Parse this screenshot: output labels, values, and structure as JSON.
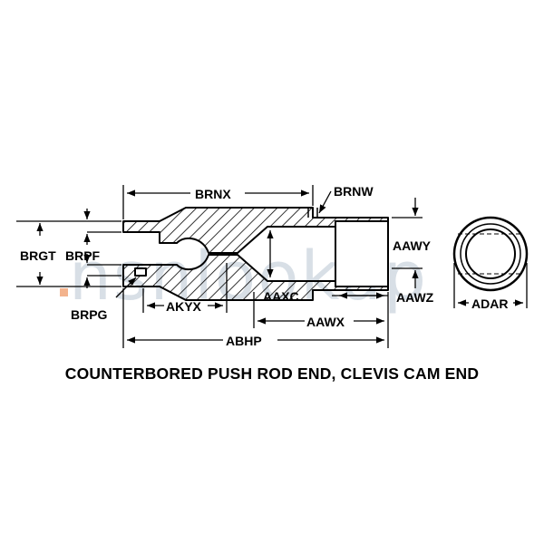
{
  "watermark": "nsnlookup",
  "caption": "COUNTERBORED PUSH ROD END, CLEVIS CAM END",
  "labels": {
    "brnx": "BRNX",
    "brnw": "BRNW",
    "brgt": "BRGT",
    "brpf": "BRPF",
    "brpg": "BRPG",
    "akyx": "AKYX",
    "aaxc": "AAXC",
    "aawx": "AAWX",
    "aawy": "AAWY",
    "aawz": "AAWZ",
    "adar": "ADAR",
    "abhp": "ABHP"
  },
  "colors": {
    "ink": "#000000",
    "watermark": "#b9c6d3",
    "watermark_dot": "#f0a070"
  }
}
